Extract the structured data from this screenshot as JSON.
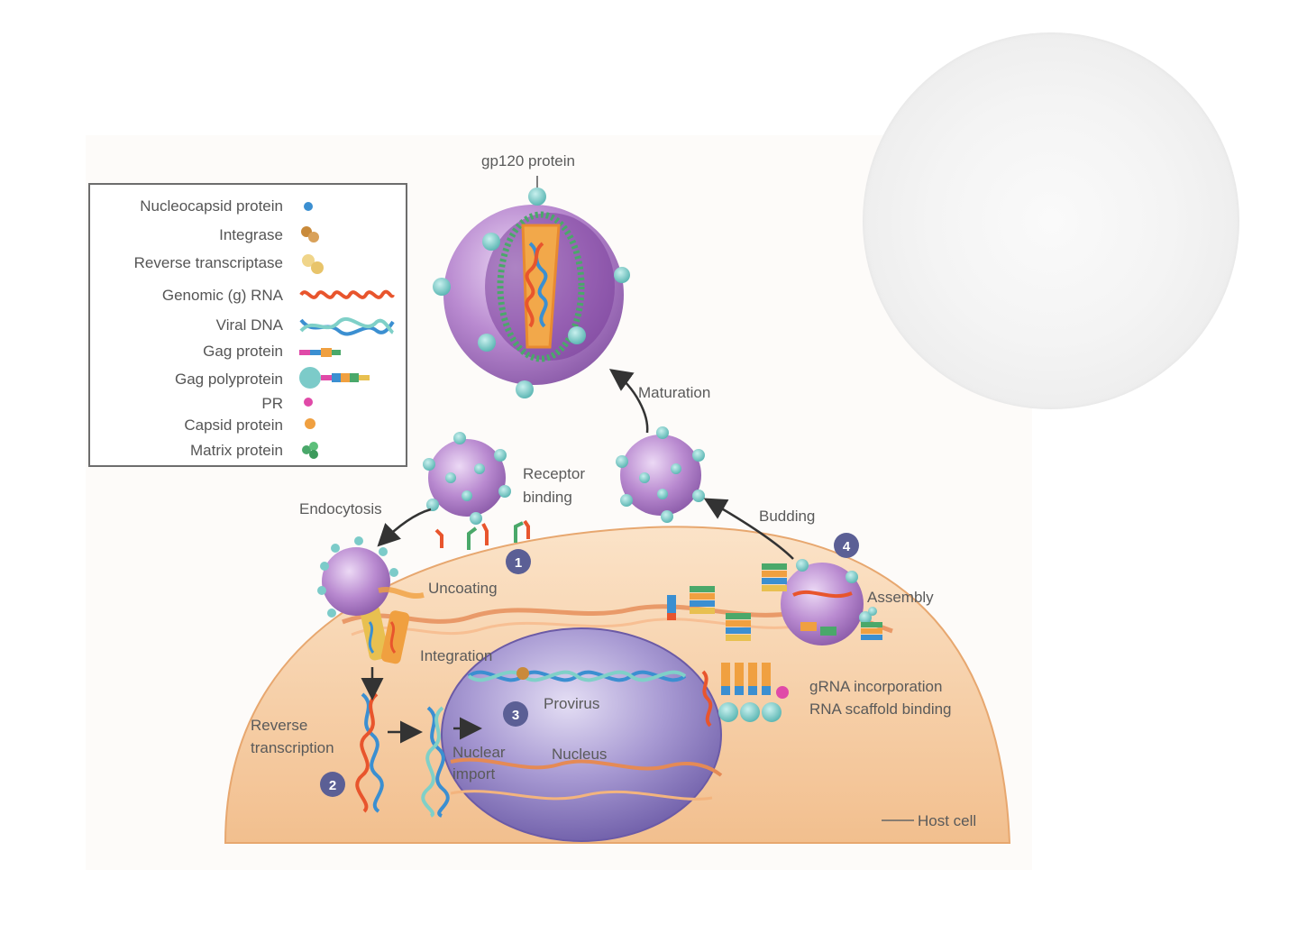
{
  "legend": {
    "items": [
      {
        "label": "Nucleocapsid protein",
        "icon": "nucleocapsid-protein-icon"
      },
      {
        "label": "Integrase",
        "icon": "integrase-icon"
      },
      {
        "label": "Reverse transcriptase",
        "icon": "reverse-transcriptase-icon"
      },
      {
        "label": "Genomic (g) RNA",
        "icon": "genomic-rna-icon"
      },
      {
        "label": "Viral DNA",
        "icon": "viral-dna-icon"
      },
      {
        "label": "Gag protein",
        "icon": "gag-protein-icon"
      },
      {
        "label": "Gag polyprotein",
        "icon": "gag-polyprotein-icon"
      },
      {
        "label": "PR",
        "icon": "pr-icon"
      },
      {
        "label": "Capsid protein",
        "icon": "capsid-protein-icon"
      },
      {
        "label": "Matrix protein",
        "icon": "matrix-protein-icon"
      }
    ]
  },
  "labels": {
    "gp120": "gp120 protein",
    "maturation": "Maturation",
    "receptor_binding_1": "Receptor",
    "receptor_binding_2": "binding",
    "endocytosis": "Endocytosis",
    "budding": "Budding",
    "uncoating": "Uncoating",
    "assembly": "Assembly",
    "integration": "Integration",
    "provirus": "Provirus",
    "grna_incorporation": "gRNA incorporation",
    "rna_scaffold_binding": "RNA scaffold binding",
    "reverse_transcription_1": "Reverse",
    "reverse_transcription_2": "transcription",
    "nuclear_import_1": "Nuclear",
    "nuclear_import_2": "import",
    "nucleus": "Nucleus",
    "host_cell": "Host cell"
  },
  "steps": [
    "1",
    "2",
    "3",
    "4"
  ],
  "colors": {
    "cell": "#f6c99a",
    "nucleus": "#8a7bbd",
    "virion": "#b98ad0",
    "spike": "#7ccbc9",
    "step_badge": "#5b5f95",
    "rna": "#e8552d",
    "dna": "#3b8fd1"
  }
}
